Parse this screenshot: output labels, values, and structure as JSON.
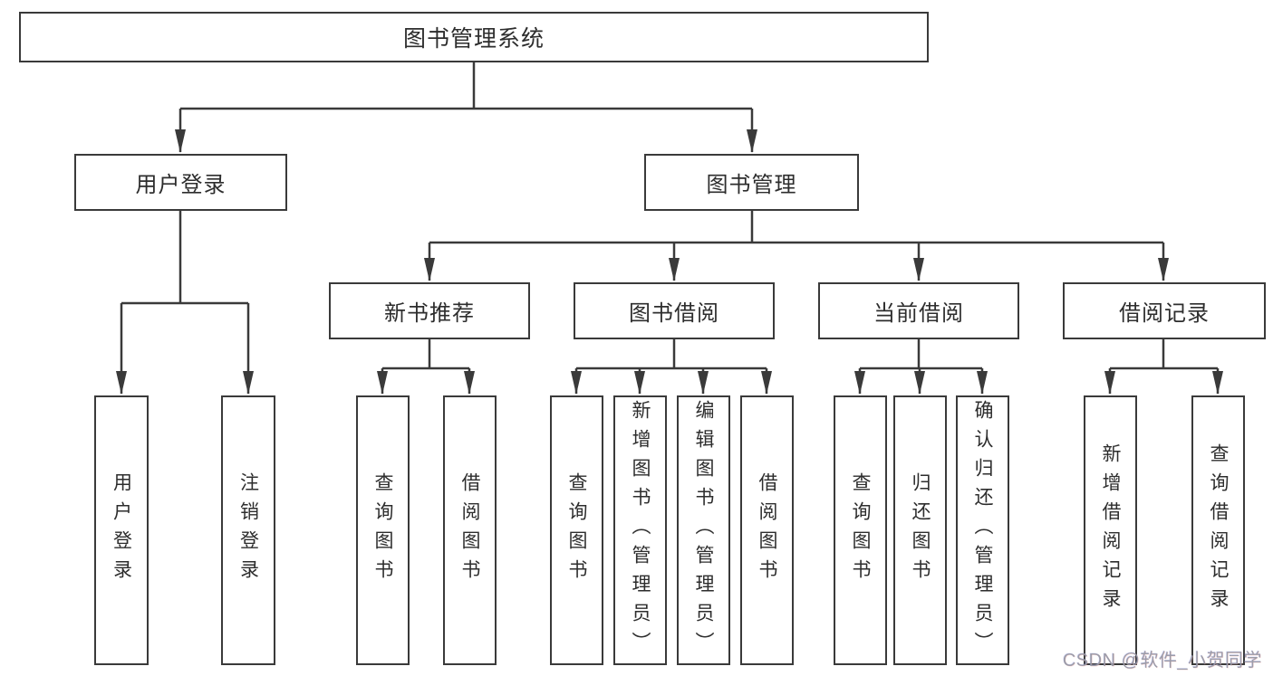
{
  "tree": {
    "root_label": "图书管理系统",
    "branches": [
      {
        "label": "用户登录",
        "leaves": [
          "用户登录",
          "注销登录"
        ]
      },
      {
        "label": "图书管理",
        "groups": [
          {
            "label": "新书推荐",
            "leaves": [
              "查询图书",
              "借阅图书"
            ]
          },
          {
            "label": "图书借阅",
            "leaves": [
              "查询图书",
              "新增图书（管理员）",
              "编辑图书（管理员）",
              "借阅图书"
            ]
          },
          {
            "label": "当前借阅",
            "leaves": [
              "查询图书",
              "归还图书",
              "确认归还（管理员）"
            ]
          },
          {
            "label": "借阅记录",
            "leaves": [
              "新增借阅记录",
              "查询借阅记录"
            ]
          }
        ]
      }
    ]
  },
  "watermark": {
    "text": "CSDN @软件_小贺同学"
  },
  "colors": {
    "line": "#3a3a3a",
    "box_border": "#3a3a3a",
    "text": "#2d2d2d",
    "watermark": "#989aa4",
    "background": "#ffffff"
  }
}
